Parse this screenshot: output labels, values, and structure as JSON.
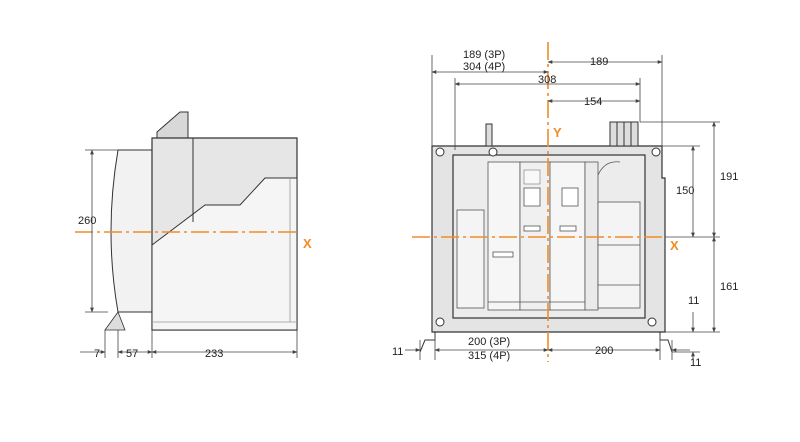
{
  "colors": {
    "axis": "#f28c28",
    "outline": "#333333",
    "body_fill": "#e6e6e6",
    "dark_fill": "#d2d2d2",
    "light_fill": "#f2f2f2",
    "dim_line": "#444444"
  },
  "axes": {
    "x_label": "X",
    "y_label": "Y"
  },
  "side_view": {
    "height": "260",
    "depth_front": "7",
    "depth_handle": "57",
    "depth_body": "233"
  },
  "front_view": {
    "top_left_3p": "189 (3P)",
    "top_left_4p": "304 (4P)",
    "top_right": "189",
    "width_inner": "308",
    "width_right_inner": "154",
    "height_top_outer": "191",
    "height_top_inner": "150",
    "height_bottom": "161",
    "foot_height": "11",
    "bottom_left_3p": "200 (3P)",
    "bottom_left_4p": "315 (4P)",
    "bottom_right": "200",
    "foot_left": "11",
    "foot_right": "11"
  }
}
